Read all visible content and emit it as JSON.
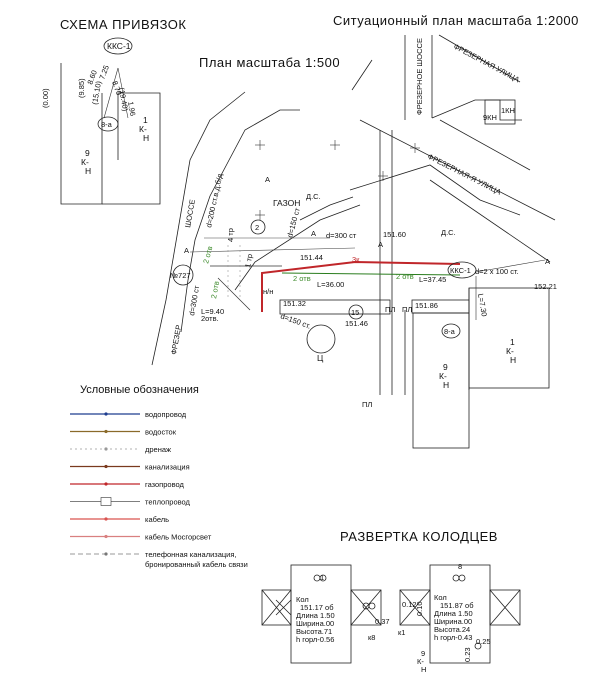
{
  "titles": {
    "bindings_scheme": "СХЕМА ПРИВЯЗОК",
    "situation_plan": "Ситуационный план масштаба 1:2000",
    "plan_scale": "План масштаба 1:500",
    "legend_title": "Условные обозначения",
    "wells_title": "РАЗВЕРТКА КОЛОДЦЕВ"
  },
  "scheme": {
    "well": "ККС-1",
    "dims": [
      "(0.00)",
      "(9.85)",
      "8.60",
      "(15.10)",
      "7.25",
      "8.70",
      "(19.40)",
      "1.96"
    ],
    "well_8a": "8-а",
    "bldg_1": "1",
    "bldg_1_mat": "К-",
    "bldg_1_n": "Н",
    "bldg_9": "9",
    "bldg_9_mat": "К-",
    "bldg_9_n": "Н"
  },
  "situation": {
    "road1": "ФРЕЗЕРНОЕ ШОССЕ",
    "road2": "ФРЕЗЕРНАЯ УЛИЦА",
    "road3": "ФРЕЗЕРНАЯ-Я УЛИЦА",
    "b1": "1КН",
    "b9": "9КН"
  },
  "plan": {
    "street_left": "ШОССЕ",
    "street_bottom": "ФРЕЗЕР",
    "lawn": "ГАЗОН",
    "ds1": "Д.С.",
    "ds2": "Д.С.",
    "pipe_200": "d=200 ст.в.д.б/д",
    "pipe_150a": "d=150 ст",
    "pipe_300a": "d=300 ст",
    "pipe_300b": "d=300 ст",
    "pipe_150b": "d=150 ст.",
    "pipe_2x100": "d=2 x 100 ст.",
    "tr_4": "4 тр",
    "tr_1": "1 тр",
    "well_727": "№727",
    "well_2": "2",
    "well_15": "15",
    "well_kks": "ККС-1",
    "well_8a": "8-а",
    "well_c": "Ц",
    "otv_1": "2 отв",
    "otv_2": "2 отв",
    "otv_3": "2 отв",
    "otv_4": "2 отв",
    "otv_5": "2отв.",
    "len_1": "L=9.40",
    "len_2": "L=36.00",
    "len_3": "L=37.45",
    "len_4": "L=7.30",
    "el_1": "151.44",
    "el_2": "151.60",
    "el_3": "151.32",
    "el_4": "151.46",
    "el_5": "151.86",
    "el_6": "152.21",
    "new_well": "3к",
    "nn": "н/н",
    "pl1": "ПЛ",
    "pl2": "ПЛ",
    "pl3": "ПЛ",
    "a1": "А",
    "a2": "А",
    "a3": "А",
    "a4": "А",
    "a5": "А",
    "bldg_1": "1",
    "bldg_1_mat": "К-",
    "bldg_1_n": "Н",
    "bldg_9": "9",
    "bldg_9_mat": "К-",
    "bldg_9_n": "Н"
  },
  "legend": [
    {
      "label": "водопровод",
      "color": "#1e3d8f",
      "style": "solid"
    },
    {
      "label": "водосток",
      "color": "#8a6a2a",
      "style": "solid"
    },
    {
      "label": "дренаж",
      "color": "#999999",
      "style": "dot"
    },
    {
      "label": "канализация",
      "color": "#7a3a1e",
      "style": "solid"
    },
    {
      "label": "газопровод",
      "color": "#c0262a",
      "style": "solid"
    },
    {
      "label": "теплопровод",
      "color": "#555555",
      "style": "box"
    },
    {
      "label": "кабель",
      "color": "#d9534f",
      "style": "solid"
    },
    {
      "label": "кабель Мосгорсвет",
      "color": "#d98080",
      "style": "solid"
    },
    {
      "label": "телефонная канализация, бронированный кабель связи",
      "color": "#777777",
      "style": "dash"
    }
  ],
  "wells": [
    {
      "number": "1",
      "kol": "Кол",
      "elev": "151.17 об",
      "length": "Длина 1.50",
      "width": "Ширина.00",
      "height": "Высота.71",
      "h_gorl": "h горл-0.56",
      "dim_a": "0.37",
      "dim_b": "к8"
    },
    {
      "number": "8",
      "kol": "Кол",
      "elev": "151.87 об",
      "length": "Длина 1.50",
      "width": "Ширина.00",
      "height": "Высота.24",
      "h_gorl": "h горл-0.43",
      "dim_a": "0.12",
      "dim_b": "0.10",
      "dim_c": "0.25",
      "dim_d": "0.23",
      "dim_e": "к1",
      "dim_f": "9",
      "dim_g": "К-",
      "dim_h": "Н"
    }
  ]
}
